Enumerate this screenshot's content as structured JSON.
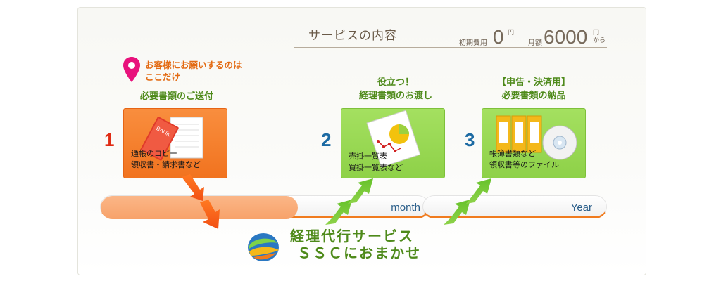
{
  "header": {
    "title": "サービスの内容",
    "initial_fee_label": "初期費用",
    "initial_fee_value": "0",
    "initial_fee_unit": "円",
    "monthly_label": "月額",
    "monthly_value": "6000",
    "monthly_unit_top": "円",
    "monthly_unit_bottom": "から"
  },
  "note": {
    "line1": "お客様にお願いするのは",
    "line2": "ここだけ"
  },
  "steps": [
    {
      "number": "1",
      "heading_line1": "",
      "heading_line2": "必要書類のご送付",
      "text_line1": "通帳のコピー",
      "text_line2": "領収書・請求書など",
      "illustration_text": "BANK"
    },
    {
      "number": "2",
      "heading_line1": "役立つ！",
      "heading_line2": "経理書類のお渡し",
      "text_line1": "売掛一覧表",
      "text_line2": "買掛一覧表など"
    },
    {
      "number": "3",
      "heading_line1": "【申告・決済用】",
      "heading_line2": "必要書類の納品",
      "text_line1": "帳簿書類など",
      "text_line2": "領収書等のファイル"
    }
  ],
  "timeline": {
    "month_label": "month",
    "year_label": "Year"
  },
  "brand": {
    "line1": "経理代行サービス",
    "line2": "ＳＳＣにおまかせ"
  },
  "icons": {
    "pin": "map-pin-icon",
    "bank": "bankbook-icon",
    "chart": "pie-chart-document-icon",
    "binders": "binder-files-icon",
    "cd": "cd-disc-icon",
    "logo": "ssc-logo-icon"
  },
  "colors": {
    "orange": "#f47a24",
    "green": "#92d24c",
    "red_number": "#e02b14",
    "blue_number": "#1c6aa3",
    "brand_green": "#4e8a1a"
  }
}
